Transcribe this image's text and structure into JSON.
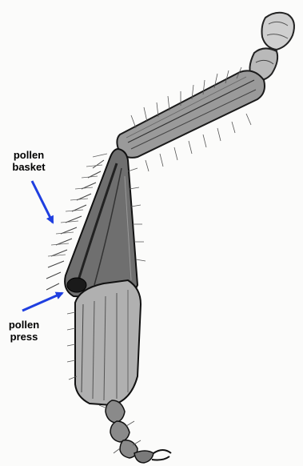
{
  "figure": {
    "subject": "honey bee hind leg",
    "style": "pencil sketch",
    "background_color": "#fbfbfa",
    "ink_color": "#222222",
    "arrow_color": "#1f3fe0"
  },
  "labels": [
    {
      "id": "pollen-basket",
      "line1": "pollen",
      "line2": "basket"
    },
    {
      "id": "pollen-press",
      "line1": "pollen",
      "line2": "press"
    }
  ]
}
